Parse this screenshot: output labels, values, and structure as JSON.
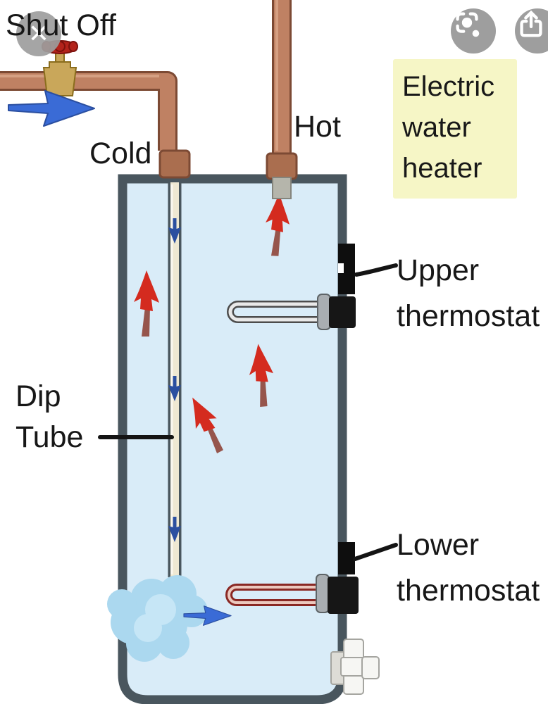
{
  "toolbar": {
    "close_glyph": "✕",
    "icons": [
      "close-icon",
      "lens-icon",
      "share-icon"
    ]
  },
  "labels": {
    "shut_off": "Shut Off",
    "cold": "Cold",
    "hot": "Hot",
    "heater_title": "Electric\nwater\nheater",
    "dip_tube": "Dip\nTube",
    "upper_thermostat": "Upper\nthermostat",
    "lower_thermostat": "Lower\nthermostat"
  },
  "colors": {
    "tank_fill": "#d9ecf8",
    "tank_stroke": "#49565e",
    "copper": "#bf8163",
    "copper_dark": "#7c4a34",
    "brass": "#c9a75a",
    "valve_red": "#b3231b",
    "hot_arrow_red": "#d42b1f",
    "flow_blue": "#3a6bd6",
    "dip_arrow_blue": "#2b4fa0",
    "cloud_blue": "#abd8ef",
    "label_bg": "#f6f6c6",
    "button_gray": "#9e9e9e"
  }
}
